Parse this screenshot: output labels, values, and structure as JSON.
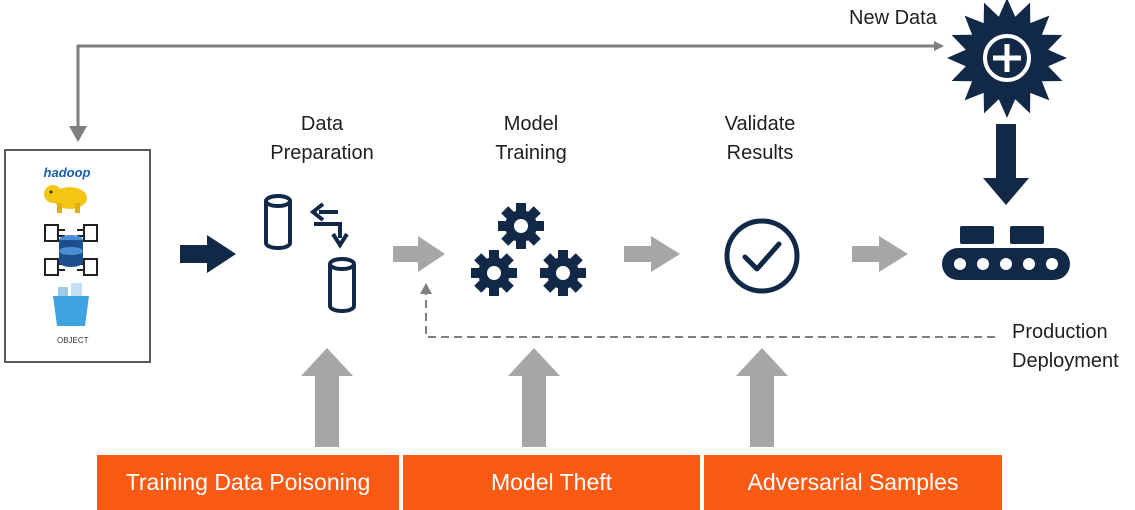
{
  "stages": {
    "new_data": "New Data",
    "data_preparation": [
      "Data",
      "Preparation"
    ],
    "model_training": [
      "Model",
      "Training"
    ],
    "validate_results": [
      "Validate",
      "Results"
    ],
    "production_deployment": [
      "Production",
      "Deployment"
    ]
  },
  "threats": [
    "Training Data Poisoning",
    "Model Theft",
    "Adversarial Samples"
  ],
  "data_sources": {
    "hadoop_logo_text": "hadoop",
    "object_storage_text": "OBJECT"
  },
  "icons": {
    "new_data": "starburst-plus-icon",
    "data_preparation": "database-swap-icon",
    "model_training": "gears-icon",
    "validate_results": "check-circle-icon",
    "production_deployment": "conveyor-belt-icon"
  },
  "colors": {
    "navy": "#112947",
    "gray_arrow": "#a6a6a6",
    "threat_orange": "#fb5a14",
    "text": "#1f1f1f"
  }
}
